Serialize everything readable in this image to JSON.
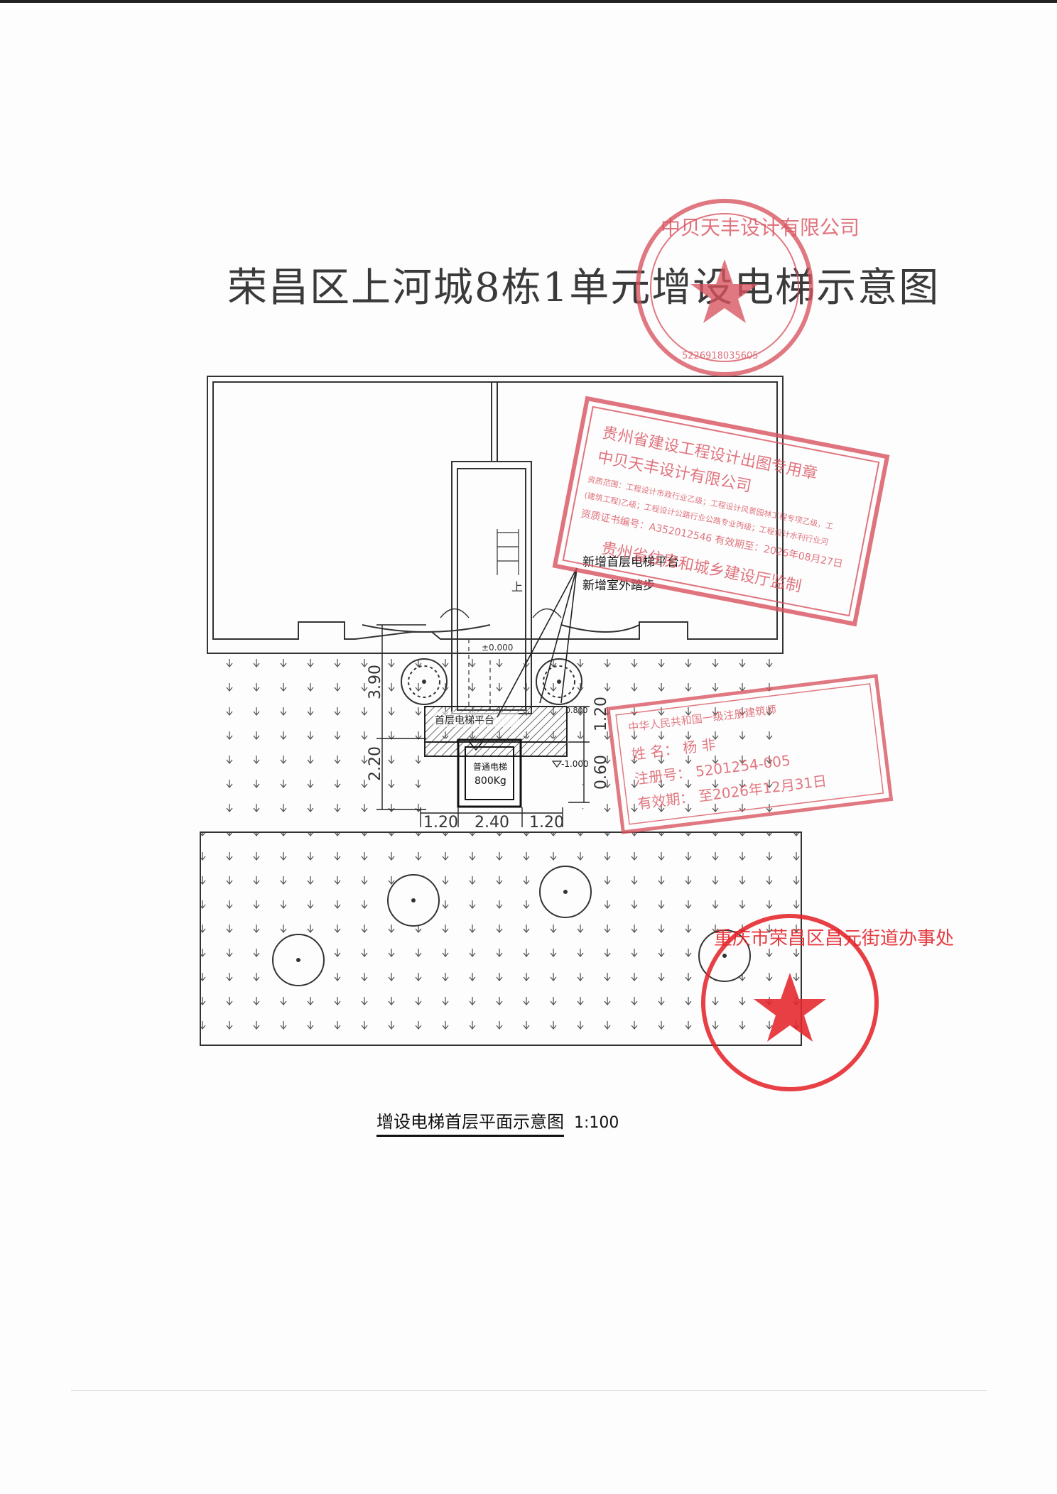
{
  "document": {
    "title": "荣昌区上河城8栋1单元增设电梯示意图",
    "caption": "增设电梯首层平面示意图",
    "scale": "1:100"
  },
  "plan": {
    "labels": {
      "platform": "新增首层电梯平台",
      "steps": "新增室外踏步",
      "up": "上",
      "elevation_zero": "±0.000",
      "elevation_minus": "-1.000",
      "elevation_platform": "0.800",
      "elevator_name": "普通电梯",
      "elevator_load": "800Kg",
      "platform_strip": "首层电梯平台"
    },
    "dimensions": {
      "left_upper": "3.90",
      "left_lower": "2.20",
      "right_upper": "1.20",
      "right_lower": "0.60",
      "bottom": [
        "1.20",
        "2.40",
        "1.20"
      ]
    }
  },
  "stamps": {
    "company_round": {
      "text": "中贝天丰设计有限公司",
      "number": "5226918035605",
      "color": "#d9535f"
    },
    "qualification": {
      "lines": [
        "贵州省建设工程设计出图专用章",
        "中贝天丰设计有限公司",
        "资质范围：工程设计市政行业乙级；工程设计风景园林工程专项乙级，工",
        "(建筑工程)乙级；工程设计公路行业公路专业丙级；工程设计水利行业河",
        "资质证书编号：A352012546  有效期至：2026年08月27日",
        "贵州省住房和城乡建设厅监制"
      ],
      "color": "#d9535f"
    },
    "registration": {
      "lines": [
        "中华人民共和国一级注册建筑师",
        "姓    名：    杨    非",
        "注册号：    5201254-005",
        "有效期：    至2026年12月31日"
      ],
      "color": "#d9535f"
    },
    "office_round": {
      "text": "重庆市荣昌区昌元街道办事处",
      "color": "#e4252b"
    }
  }
}
